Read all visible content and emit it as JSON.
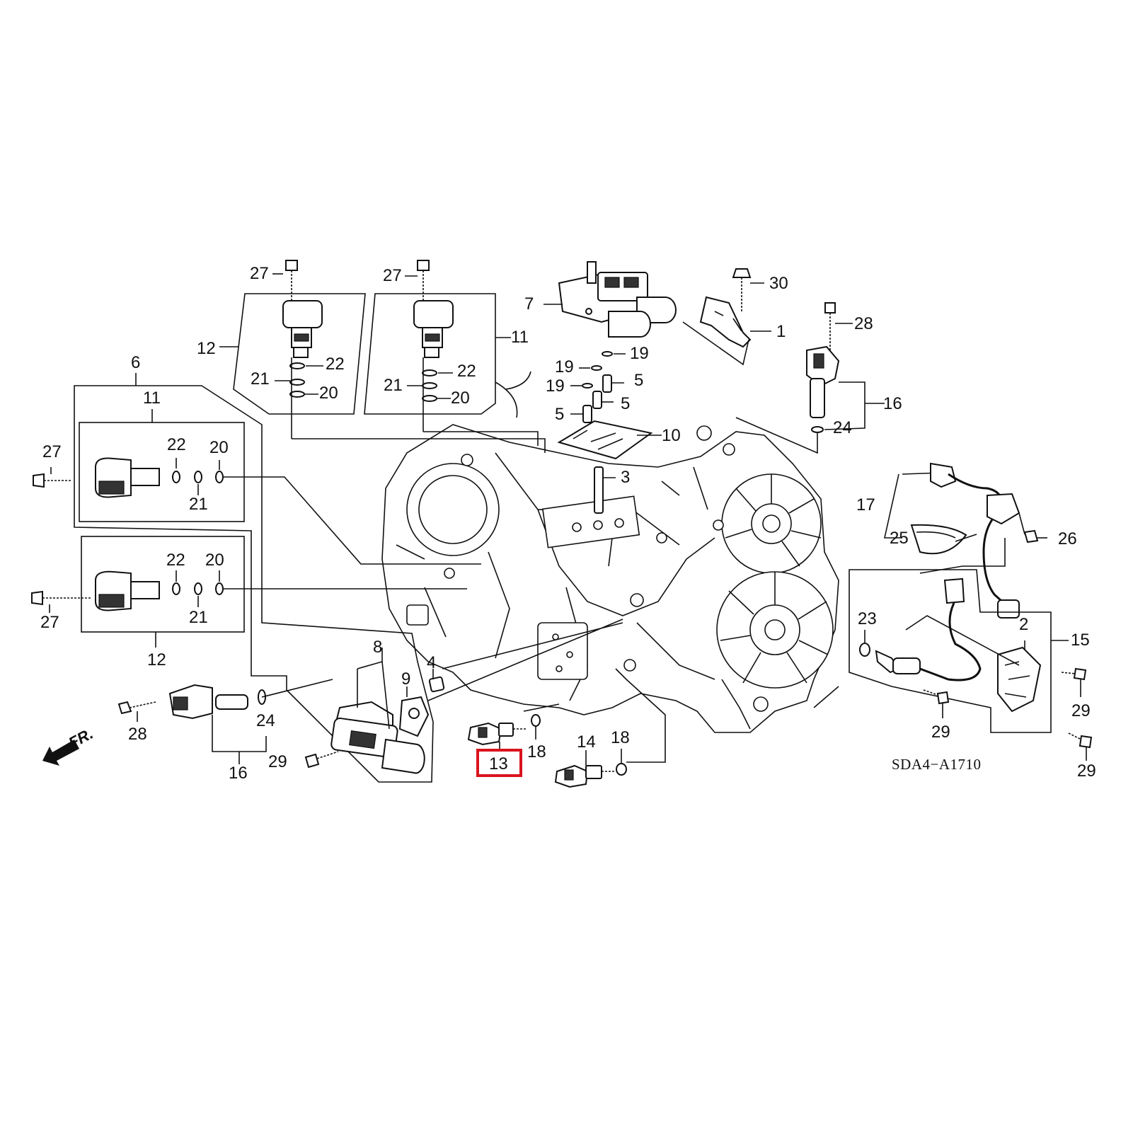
{
  "diagram": {
    "callouts": [
      {
        "id": "c27a",
        "text": "27"
      },
      {
        "id": "c27b",
        "text": "27"
      },
      {
        "id": "c27c",
        "text": "27"
      },
      {
        "id": "c27d",
        "text": "27"
      },
      {
        "id": "c30",
        "text": "30"
      },
      {
        "id": "c7",
        "text": "7"
      },
      {
        "id": "c1",
        "text": "1"
      },
      {
        "id": "c28a",
        "text": "28"
      },
      {
        "id": "c12a",
        "text": "12"
      },
      {
        "id": "c11a",
        "text": "11"
      },
      {
        "id": "c22a",
        "text": "22"
      },
      {
        "id": "c22b",
        "text": "22"
      },
      {
        "id": "c21a",
        "text": "21"
      },
      {
        "id": "c21b",
        "text": "21"
      },
      {
        "id": "c20a",
        "text": "20"
      },
      {
        "id": "c20b",
        "text": "20"
      },
      {
        "id": "c19a",
        "text": "19"
      },
      {
        "id": "c19b",
        "text": "19"
      },
      {
        "id": "c19c",
        "text": "19"
      },
      {
        "id": "c5a",
        "text": "5"
      },
      {
        "id": "c5b",
        "text": "5"
      },
      {
        "id": "c5c",
        "text": "5"
      },
      {
        "id": "c16a",
        "text": "16"
      },
      {
        "id": "c24a",
        "text": "24"
      },
      {
        "id": "c10",
        "text": "10"
      },
      {
        "id": "c6",
        "text": "6"
      },
      {
        "id": "c11b",
        "text": "11"
      },
      {
        "id": "c22c",
        "text": "22"
      },
      {
        "id": "c20c",
        "text": "20"
      },
      {
        "id": "c21c",
        "text": "21"
      },
      {
        "id": "c3",
        "text": "3"
      },
      {
        "id": "c17",
        "text": "17"
      },
      {
        "id": "c25",
        "text": "25"
      },
      {
        "id": "c26",
        "text": "26"
      },
      {
        "id": "c22d",
        "text": "22"
      },
      {
        "id": "c20d",
        "text": "20"
      },
      {
        "id": "c21d",
        "text": "21"
      },
      {
        "id": "c12b",
        "text": "12"
      },
      {
        "id": "c23",
        "text": "23"
      },
      {
        "id": "c2",
        "text": "2"
      },
      {
        "id": "c15",
        "text": "15"
      },
      {
        "id": "c8",
        "text": "8"
      },
      {
        "id": "c9",
        "text": "9"
      },
      {
        "id": "c4",
        "text": "4"
      },
      {
        "id": "c28b",
        "text": "28"
      },
      {
        "id": "c24b",
        "text": "24"
      },
      {
        "id": "c16b",
        "text": "16"
      },
      {
        "id": "c29a",
        "text": "29"
      },
      {
        "id": "c18a",
        "text": "18"
      },
      {
        "id": "c14",
        "text": "14"
      },
      {
        "id": "c18b",
        "text": "18"
      },
      {
        "id": "c29b",
        "text": "29"
      },
      {
        "id": "c29c",
        "text": "29"
      },
      {
        "id": "c29d",
        "text": "29"
      },
      {
        "id": "c13",
        "text": "13"
      }
    ],
    "highlighted_part": "13",
    "direction_label": "FR.",
    "diagram_code": "SDA4−A1710",
    "highlight_color": "#d9141e"
  }
}
